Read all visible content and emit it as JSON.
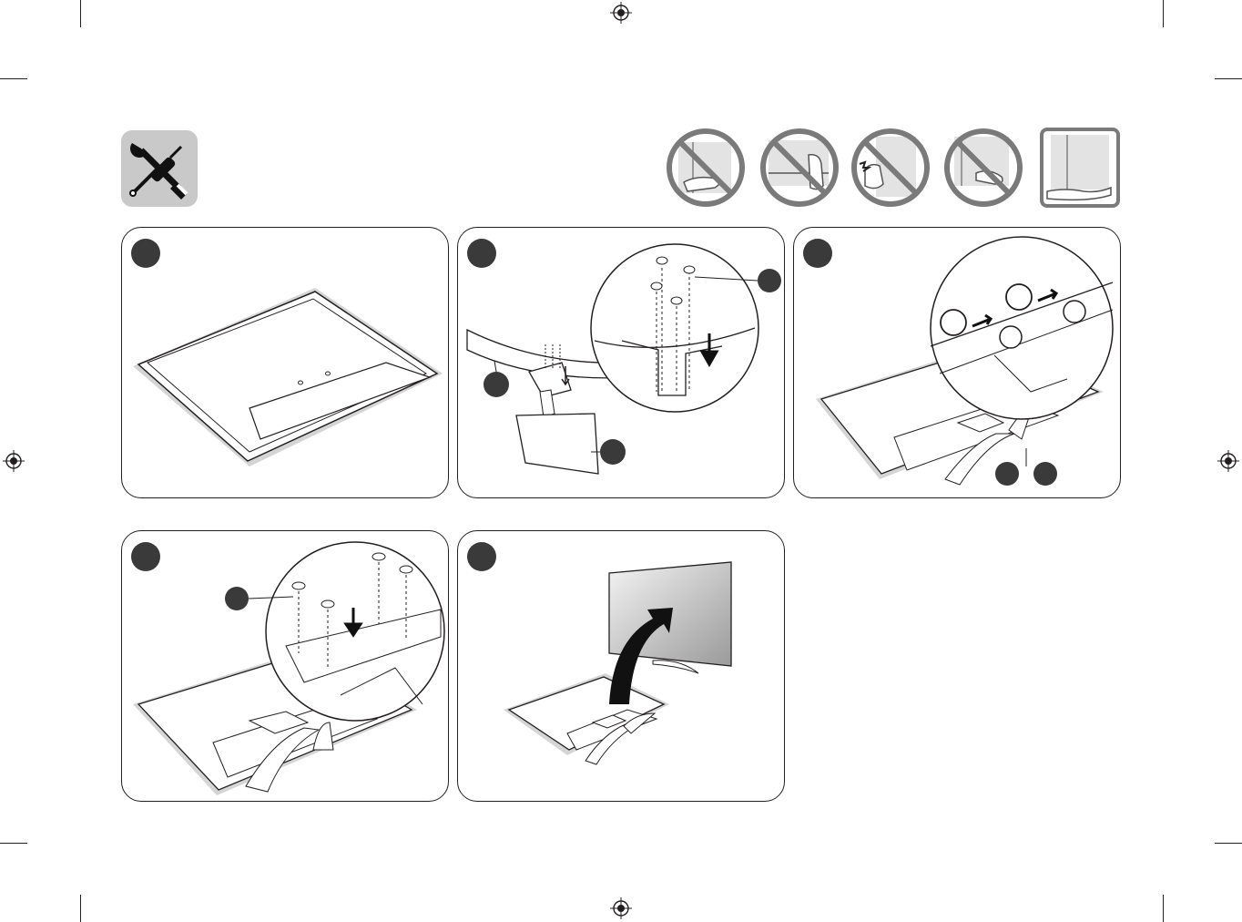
{
  "tools": {
    "icon": "screwdriver-wrench-icon"
  },
  "handling_guides": [
    {
      "icon": "no-hold-bottom-icon",
      "allowed": false
    },
    {
      "icon": "no-grip-screen-icon",
      "allowed": false
    },
    {
      "icon": "no-press-screen-icon",
      "allowed": false
    },
    {
      "icon": "no-hold-corner-icon",
      "allowed": false
    },
    {
      "icon": "hold-frame-ok-icon",
      "allowed": true
    }
  ],
  "steps": [
    {
      "id": 1,
      "figure": "tv-facedown-icon"
    },
    {
      "id": 2,
      "figure": "stand-body-screws-icon"
    },
    {
      "id": 3,
      "figure": "stand-base-attach-icon"
    },
    {
      "id": 4,
      "figure": "stand-to-tv-screws-icon"
    },
    {
      "id": 5,
      "figure": "tv-raise-upright-icon"
    }
  ],
  "colors": {
    "line": "#231f20",
    "badge": "#3a3a3a",
    "prohibited": "#7a7a7a",
    "tool_bg": "#c9c9c9",
    "shade": "#d5d5d5"
  }
}
